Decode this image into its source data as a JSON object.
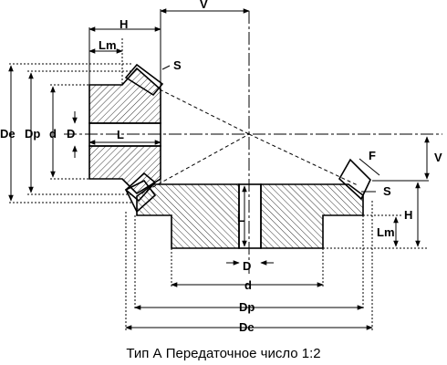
{
  "labels": {
    "H_top": "H",
    "Lm_top": "Lm",
    "V_top": "V",
    "S_top": "S",
    "De_left": "De",
    "Dp_left": "Dp",
    "d_left": "d",
    "D_left": "D",
    "L_left": "L",
    "F_right": "F",
    "V_right": "V",
    "S_right": "S",
    "H_right": "H",
    "Lm_right": "Lm",
    "L_center": "L",
    "D_bottom": "D",
    "d_bottom": "d",
    "Dp_bottom": "Dp",
    "De_bottom": "De"
  },
  "caption": "Тип А   Передаточное число 1:2"
}
